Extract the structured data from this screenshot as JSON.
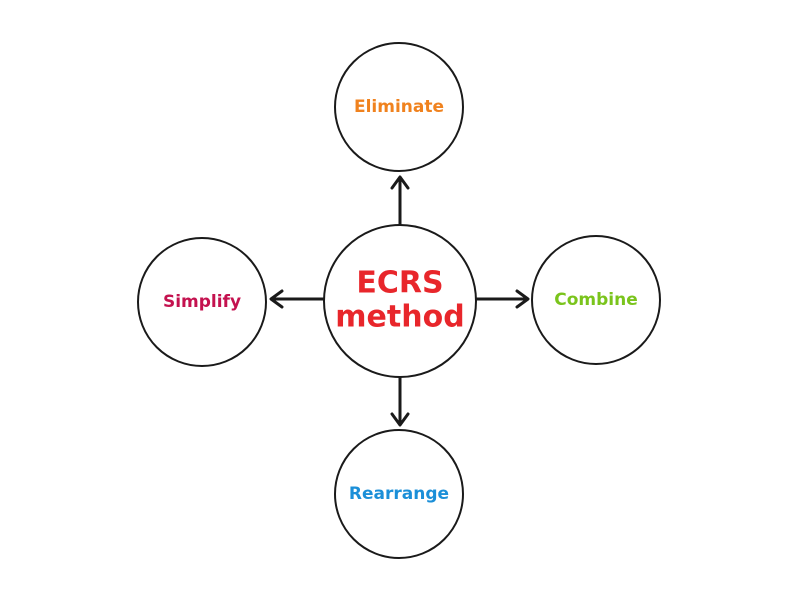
{
  "center": {
    "line1": "ECRS",
    "line2": "method",
    "color": "#e8262b"
  },
  "nodes": {
    "eliminate": {
      "label": "Eliminate",
      "color": "#f0821e"
    },
    "combine": {
      "label": "Combine",
      "color": "#7ac41c"
    },
    "rearrange": {
      "label": "Rearrange",
      "color": "#1b8fd8"
    },
    "simplify": {
      "label": "Simplify",
      "color": "#c4124f"
    }
  }
}
